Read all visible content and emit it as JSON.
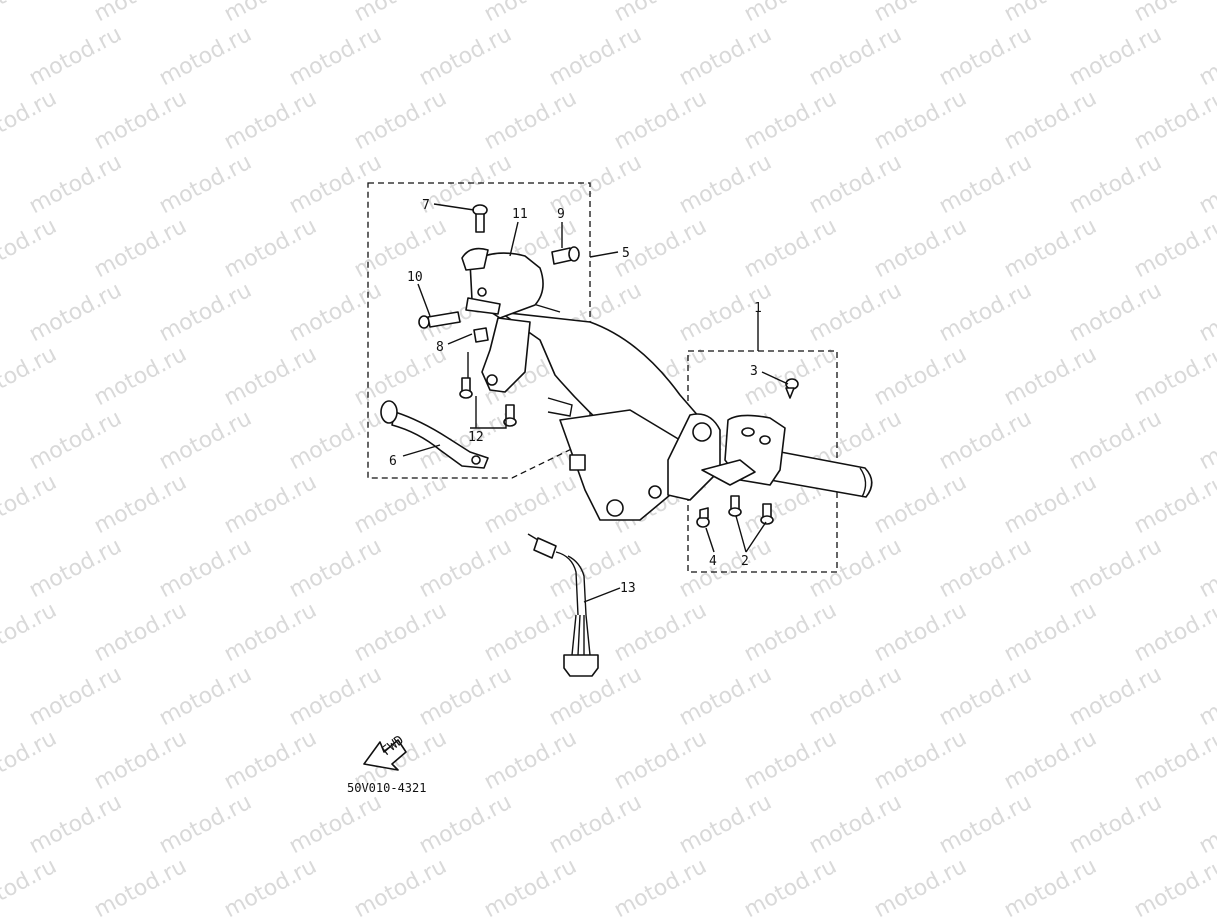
{
  "watermark": "motod.ru",
  "callouts": {
    "c1": "1",
    "c2": "2",
    "c3": "3",
    "c4": "4",
    "c5": "5",
    "c6": "6",
    "c7": "7",
    "c8": "8",
    "c9": "9",
    "c10": "10",
    "c11": "11",
    "c12": "12",
    "c13": "13"
  },
  "fwd_label": "FWD",
  "diagram_code": "50V010-4321",
  "colors": {
    "line": "#111111",
    "watermark": "#d9d9d9",
    "background": "#ffffff"
  }
}
